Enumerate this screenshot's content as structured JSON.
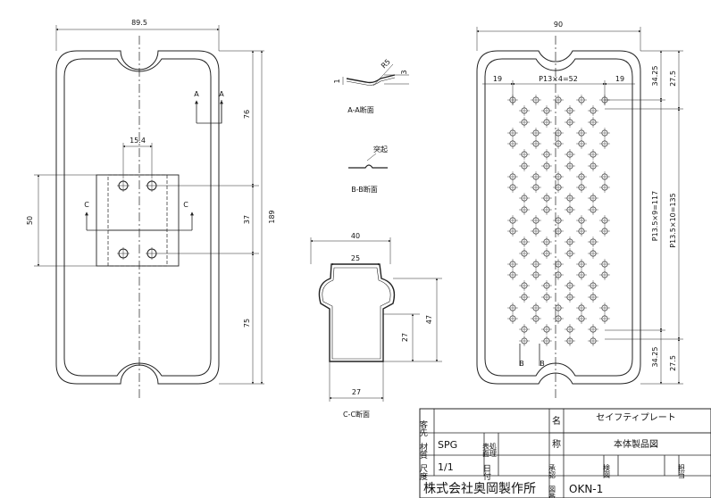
{
  "drawing": {
    "left_view": {
      "dims": {
        "width": "89.5",
        "height_total": "189",
        "top_seg": "76",
        "mid_seg": "37",
        "bot_seg": "75",
        "bracket_height": "50",
        "hole_pitch": "15.4"
      },
      "section_marks": {
        "a_left": "A",
        "a_right": "A",
        "c_left": "C",
        "c_right": "C"
      }
    },
    "section_aa": {
      "title": "A-A断面",
      "radius": "R5",
      "dim_small": "1",
      "dim_three": "3"
    },
    "section_bb": {
      "title": "B-B断面",
      "note": "突起"
    },
    "section_cc": {
      "title": "C-C断面",
      "top_width": "40",
      "inner_width": "25",
      "bottom_width": "27",
      "height_inner": "27",
      "height_total": "47"
    },
    "right_view": {
      "dims": {
        "width": "90",
        "left_margin": "19",
        "pitch_x": "P13×4=52",
        "right_margin": "19",
        "top_edge": "34.25",
        "top_edge2": "27.5",
        "pitch_y1": "P13.5×9=117",
        "pitch_y2": "P13.5×10=135",
        "bottom_edge": "34.25",
        "bottom_edge2": "27.5"
      },
      "section_marks": {
        "b_left": "B",
        "b_right": "B"
      }
    }
  },
  "title_block": {
    "customer_label": "客先",
    "name_label": "名",
    "product_name": "セイフティプレート",
    "material_label": "材質",
    "material_value": "SPG",
    "surface_label": "表面",
    "treatment_label": "処理",
    "title_label": "称",
    "drawing_title": "本体製品図",
    "scale_label": "尺度",
    "scale_value": "1/1",
    "date_label": "日付",
    "approve_label": "承認",
    "check_label": "検図",
    "charge_label": "担当",
    "company": "株式会社奥岡製作所",
    "drawing_no_label": "図番",
    "drawing_no": "OKN-1"
  }
}
